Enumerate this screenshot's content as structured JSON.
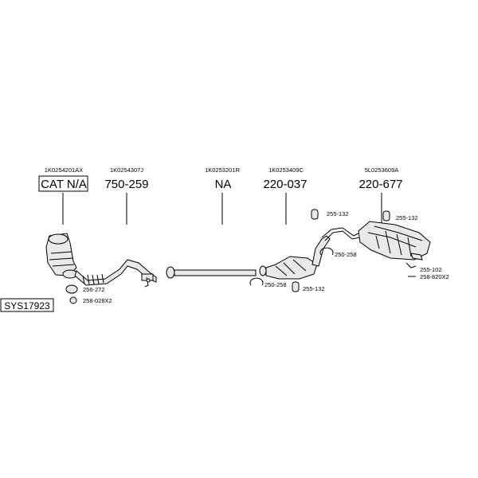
{
  "diagram": {
    "system_code": "SYS17923",
    "sections": [
      {
        "oem": "1K0254201AX",
        "part": "CAT N/A"
      },
      {
        "oem": "1K0254307J",
        "part": "750-259"
      },
      {
        "oem": "1K0253201R",
        "part": "NA"
      },
      {
        "oem": "1K0253409C",
        "part": "220-037"
      },
      {
        "oem": "5L0253609A",
        "part": "220-677"
      }
    ],
    "fittings": [
      "256-272",
      "258-028X2",
      "250-258",
      "255-132",
      "255-132",
      "250-258",
      "255-132",
      "255-102",
      "258-820X2"
    ]
  }
}
